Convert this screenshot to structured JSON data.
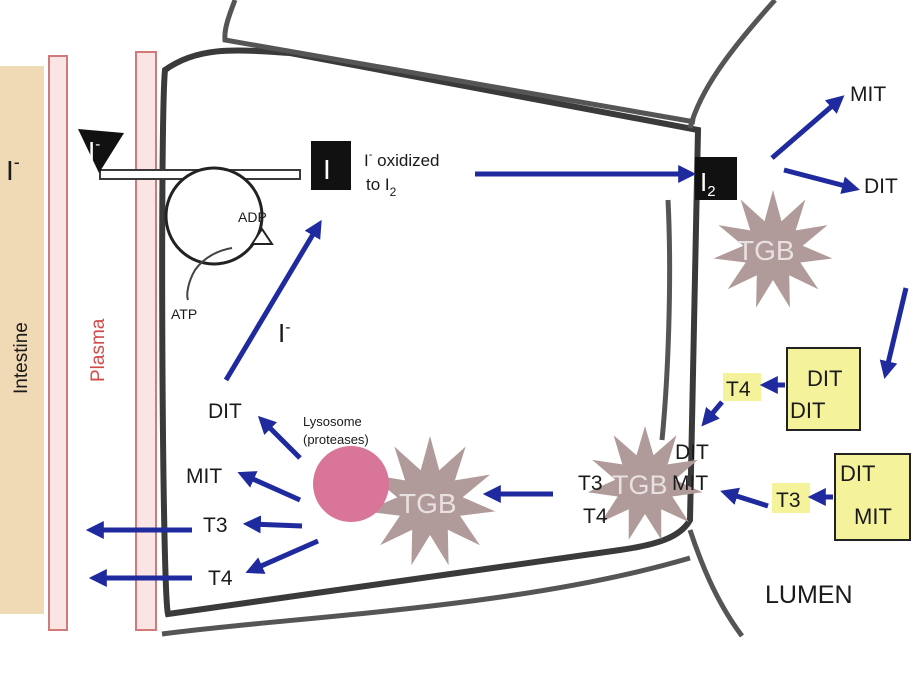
{
  "labels": {
    "iodide_outside": "I",
    "iodide_outside_charge": "-",
    "intestine": "Intestine",
    "plasma": "Plasma",
    "transporter_ion": "I",
    "transporter_ion_charge": "-",
    "adp": "ADP",
    "atp": "ATP",
    "iodine_box": "I",
    "oxidized_line1_base": "I",
    "oxidized_line1_charge": "-",
    "oxidized_line1_rest": " oxidized",
    "oxidized_line2_base": "to I",
    "oxidized_line2_sub": "2",
    "i2_box_base": "I",
    "i2_box_sub": "2",
    "mit_top": "MIT",
    "dit_top": "DIT",
    "tgb_top": "TGB",
    "dit_dit_box_1": "DIT",
    "dit_dit_box_2": "DIT",
    "t4_yellow": "T4",
    "dit_mit_box_1": "DIT",
    "dit_mit_box_2": "MIT",
    "t3_yellow": "T3",
    "tgb_middle": "TGB",
    "t3_mid": "T3",
    "t4_mid": "T4",
    "dit_mid": "DIT",
    "mit_mid": "MIT",
    "tgb_left": "TGB",
    "lysosome_line1": "Lysosome",
    "lysosome_line2": "(proteases)",
    "i_cell_base": "I",
    "i_cell_charge": "-",
    "dit_cell": "DIT",
    "mit_cell": "MIT",
    "t3_cell": "T3",
    "t4_cell": "T4",
    "lumen": "LUMEN"
  },
  "colors": {
    "arrow": "#1f2a9e",
    "yellow_box": "#f4f29a",
    "tgb_star": "#b09a9a",
    "lysosome": "#d97598",
    "intestine_band": "#f0d9b5",
    "plasma_band": "#f6c8c8",
    "membrane": "#3a3a3a"
  }
}
